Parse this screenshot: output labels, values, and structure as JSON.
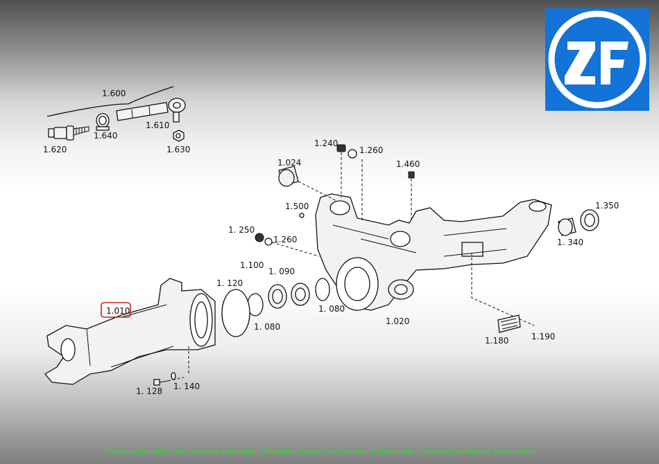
{
  "brand": {
    "name": "ZF",
    "logo_color": "#1473d6"
  },
  "parts": {
    "p1600": "1.600",
    "p1610": "1.610",
    "p1620": "1.620",
    "p1630": "1.630",
    "p1640": "1.640",
    "p1240": "1.240",
    "p1260a": "1.260",
    "p1024": "1.024",
    "p1460": "1.460",
    "p1500": "1.500",
    "p1250": "1. 250",
    "p1260b": "1.260",
    "p1100": "1.100",
    "p1090": "1. 090",
    "p1120": "1. 120",
    "p1010": "1.010",
    "p1080a": "1. 080",
    "p1080b": "1. 080",
    "p1020": "1.020",
    "p1350": "1.350",
    "p1340": "1. 340",
    "p1180": "1.180",
    "p1190": "1.190",
    "p1128": "1. 128",
    "p1140": "1. 140"
  },
  "highlight": {
    "part": "1.010",
    "color": "#cc2222"
  },
  "footer": {
    "copyright": "Publikacja objęta jest prawem autorskim. Wszelkie prawa zastrzeżone. Kopiowanie i rozpowszechnianie zabronione."
  }
}
